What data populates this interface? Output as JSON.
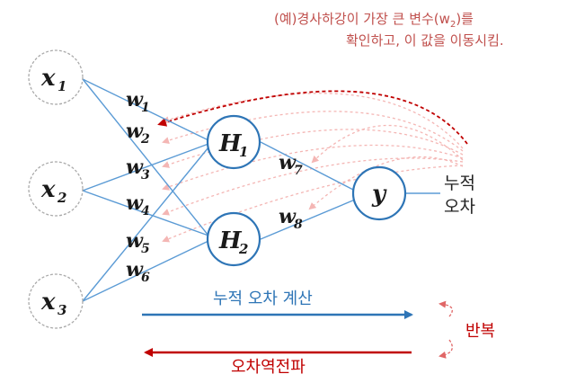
{
  "annotation": {
    "line1": "(예)경사하강이 가장 큰 변수(w",
    "line1_sub": "2",
    "line1_end": ")를",
    "line2": "확인하고, 이 값을 이동시킴.",
    "color": "#c0504d"
  },
  "nodes": {
    "inputs": [
      {
        "base": "x",
        "sub": "1"
      },
      {
        "base": "x",
        "sub": "2"
      },
      {
        "base": "x",
        "sub": "3"
      }
    ],
    "hidden": [
      {
        "base": "H",
        "sub": "1"
      },
      {
        "base": "H",
        "sub": "2"
      }
    ],
    "output": {
      "base": "y"
    }
  },
  "weights": [
    {
      "base": "w",
      "sub": "1"
    },
    {
      "base": "w",
      "sub": "2"
    },
    {
      "base": "w",
      "sub": "3"
    },
    {
      "base": "w",
      "sub": "4"
    },
    {
      "base": "w",
      "sub": "5"
    },
    {
      "base": "w",
      "sub": "6"
    },
    {
      "base": "w",
      "sub": "7"
    },
    {
      "base": "w",
      "sub": "8"
    }
  ],
  "labels": {
    "cumulative_error_line1": "누적",
    "cumulative_error_line2": "오차",
    "forward": "누적 오차 계산",
    "backward": "오차역전파",
    "repeat": "반복"
  },
  "colors": {
    "node_blue": "#2e75b6",
    "edge_blue": "#5b9bd5",
    "forward_blue": "#2e75b6",
    "backward_red": "#c00000",
    "faint_arrow": "#f4b6b4",
    "dashed_circle": "#aaaaaa"
  }
}
